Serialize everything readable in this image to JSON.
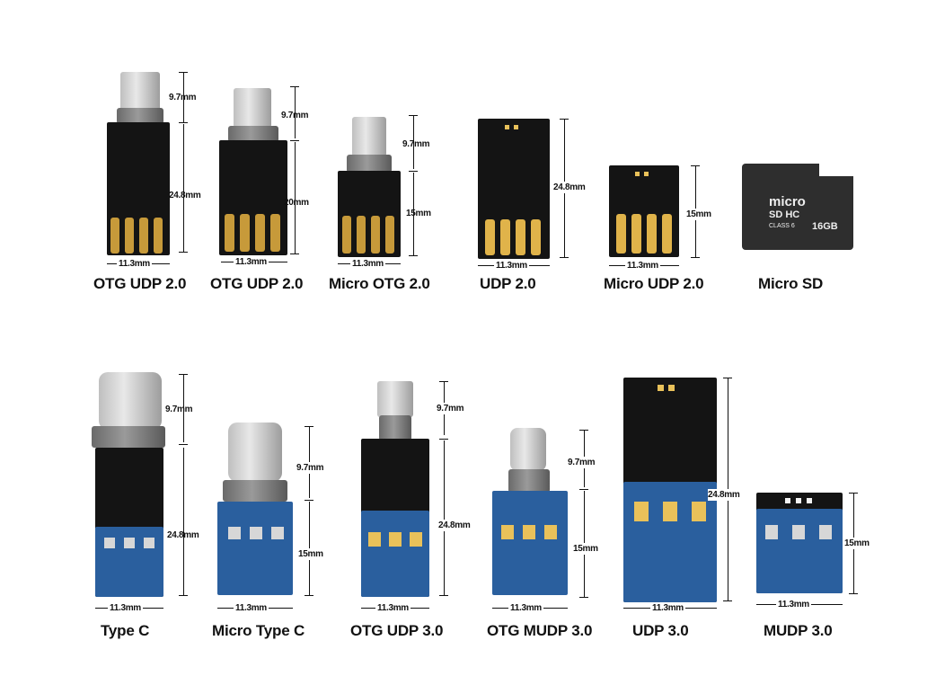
{
  "row1": [
    {
      "label": "OTG  UDP 2.0",
      "dims": [
        "9.7mm",
        "24.8mm",
        "11.3mm"
      ]
    },
    {
      "label": "OTG  UDP 2.0",
      "dims": [
        "9.7mm",
        "20mm",
        "11.3mm"
      ]
    },
    {
      "label": "Micro OTG 2.0",
      "dims": [
        "9.7mm",
        "15mm",
        "11.3mm"
      ]
    },
    {
      "label": "UDP 2.0",
      "dims": [
        "24.8mm",
        "11.3mm"
      ]
    },
    {
      "label": "Micro UDP 2.0",
      "dims": [
        "15mm",
        "11.3mm"
      ]
    },
    {
      "label": "Micro SD",
      "card": {
        "line1": "micro",
        "line2": "SD HC",
        "line3": "CLASS 6",
        "capacity": "16GB"
      }
    }
  ],
  "row2": [
    {
      "label": "Type C",
      "dims": [
        "9.7mm",
        "24.8mm",
        "11.3mm"
      ]
    },
    {
      "label": "Micro Type C",
      "dims": [
        "9.7mm",
        "15mm",
        "11.3mm"
      ]
    },
    {
      "label": "OTG UDP 3.0",
      "dims": [
        "9.7mm",
        "24.8mm",
        "11.3mm"
      ]
    },
    {
      "label": "OTG MUDP 3.0",
      "dims": [
        "9.7mm",
        "15mm",
        "11.3mm"
      ]
    },
    {
      "label": "UDP 3.0",
      "dims": [
        "24.8mm",
        "11.3mm"
      ]
    },
    {
      "label": "MUDP 3.0",
      "dims": [
        "15mm",
        "11.3mm"
      ]
    }
  ],
  "colors": {
    "board": "#141414",
    "blue_board": "#2a5f9e",
    "gold_pin": "#e0b34a"
  }
}
